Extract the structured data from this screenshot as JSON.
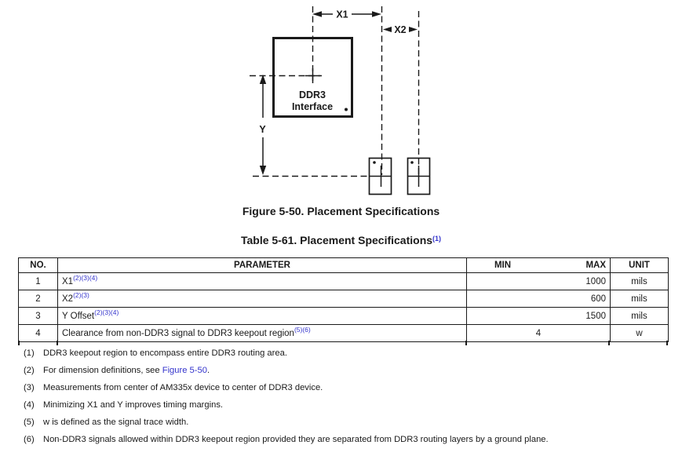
{
  "colors": {
    "ink": "#1a1a1a",
    "link": "#3333cc"
  },
  "figure": {
    "caption": "Figure 5-50. Placement Specifications",
    "dim_x1": "X1",
    "dim_x2": "X2",
    "dim_y": "Y",
    "box_label_line1": "DDR3",
    "box_label_line2": "Interface"
  },
  "table": {
    "title": "Table 5-61. Placement Specifications",
    "title_ref": "(1)",
    "headers": {
      "no": "NO.",
      "parameter": "PARAMETER",
      "min": "MIN",
      "max": "MAX",
      "unit": "UNIT"
    },
    "rows": [
      {
        "no": "1",
        "parameter": "X1",
        "refs": "(2)(3)(4)",
        "min": "",
        "max": "1000",
        "unit": "mils"
      },
      {
        "no": "2",
        "parameter": "X2",
        "refs": "(2)(3)",
        "min": "",
        "max": "600",
        "unit": "mils"
      },
      {
        "no": "3",
        "parameter": "Y Offset",
        "refs": "(2)(3)(4)",
        "min": "",
        "max": "1500",
        "unit": "mils"
      },
      {
        "no": "4",
        "parameter": "Clearance from non-DDR3 signal to DDR3 keepout region",
        "refs": "(5)(6)",
        "min": "4",
        "max": "",
        "unit": "w"
      }
    ]
  },
  "footnotes": [
    {
      "num": "(1)",
      "text": "DDR3 keepout region to encompass entire DDR3 routing area."
    },
    {
      "num": "(2)",
      "text_before": "For dimension definitions, see ",
      "link": "Figure 5-50",
      "text_after": "."
    },
    {
      "num": "(3)",
      "text": "Measurements from center of AM335x device to center of DDR3 device."
    },
    {
      "num": "(4)",
      "text": "Minimizing X1 and Y improves timing margins."
    },
    {
      "num": "(5)",
      "text": "w is defined as the signal trace width."
    },
    {
      "num": "(6)",
      "text": "Non-DDR3 signals allowed within DDR3 keepout region provided they are separated from DDR3 routing layers by a ground plane."
    }
  ]
}
